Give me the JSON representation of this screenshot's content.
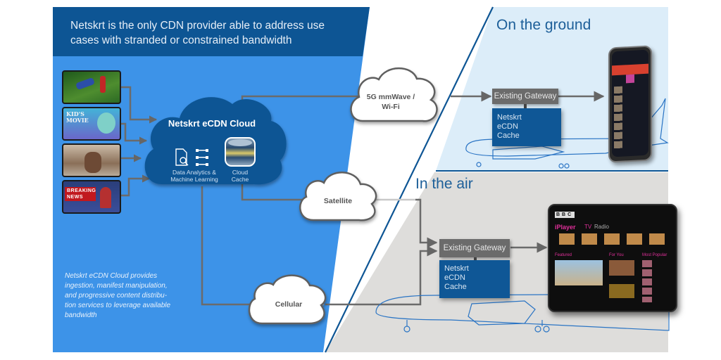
{
  "headline": {
    "line1": "Netskrt is the only CDN provider able to address use",
    "line2": "cases with stranded or constrained bandwidth"
  },
  "content_sources": [
    {
      "name": "sports",
      "label": ""
    },
    {
      "name": "kids-movie",
      "label": "KID'S MOVIE"
    },
    {
      "name": "drama",
      "label": ""
    },
    {
      "name": "breaking-news",
      "label": "BREAKING NEWS"
    }
  ],
  "ecdn_cloud": {
    "title": "Netskrt eCDN Cloud",
    "analytics_label_1": "Data Analytics &",
    "analytics_label_2": "Machine Learning",
    "cache_label_1": "Cloud",
    "cache_label_2": "Cache"
  },
  "description": {
    "line1": "Netskrt eCDN Cloud provides",
    "line2": "ingestion, manifest manipulation,",
    "line3": "and progressive content distribu-",
    "line4": "tion services to leverage available",
    "line5": "bandwidth"
  },
  "networks": {
    "mmwave_1": "5G mmWave /",
    "mmwave_2": "Wi-Fi",
    "satellite": "Satellite",
    "cellular": "Cellular"
  },
  "ground": {
    "title": "On the ground",
    "gateway": "Existing Gateway",
    "cache_1": "Netskrt",
    "cache_2": "eCDN",
    "cache_3": "Cache"
  },
  "air": {
    "title": "In the air",
    "gateway": "Existing Gateway",
    "cache_1": "Netskrt",
    "cache_2": "eCDN",
    "cache_3": "Cache"
  },
  "tablet_ui": {
    "brand": "BBC",
    "app": "iPlayer",
    "tab_tv": "TV",
    "tab_radio": "Radio",
    "featured": "Featured",
    "for_you": "For You",
    "most_popular": "Most Popular"
  },
  "colors": {
    "dark_blue": "#0d5594",
    "bright_blue": "#3d93e8",
    "ground_bg": "#dcedf9",
    "air_bg": "#dedddb",
    "gateway": "#6b6b6b",
    "title_blue": "#1d5f99"
  }
}
